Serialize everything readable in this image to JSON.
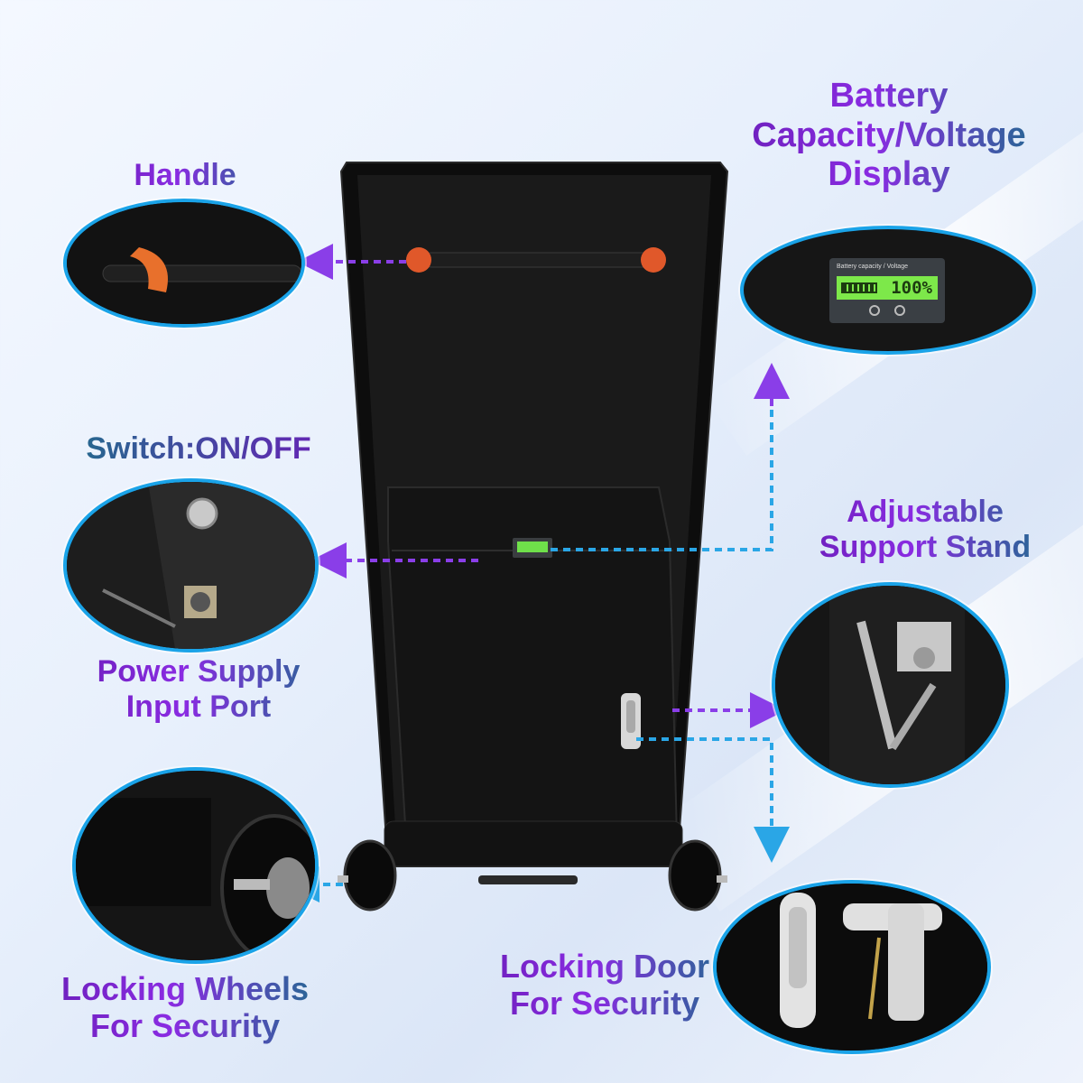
{
  "labels": {
    "handle": "Handle",
    "battery": [
      "Battery",
      "Capacity/Voltage",
      "Display"
    ],
    "switch": "Switch:ON/OFF",
    "stand": [
      "Adjustable",
      "Support Stand"
    ],
    "power": [
      "Power Supply",
      "Input Port"
    ],
    "wheels": [
      "Locking Wheels",
      "For Security"
    ],
    "door": [
      "Locking Door",
      "For Security"
    ]
  },
  "display": {
    "title": "Battery capacity / Voltage",
    "reading": "100%"
  },
  "colors": {
    "oval_border": "#1aa3e8",
    "purple_arrow": "#8a3ee8",
    "blue_arrow": "#2aa6e6",
    "lcd_green": "#7de84a"
  }
}
